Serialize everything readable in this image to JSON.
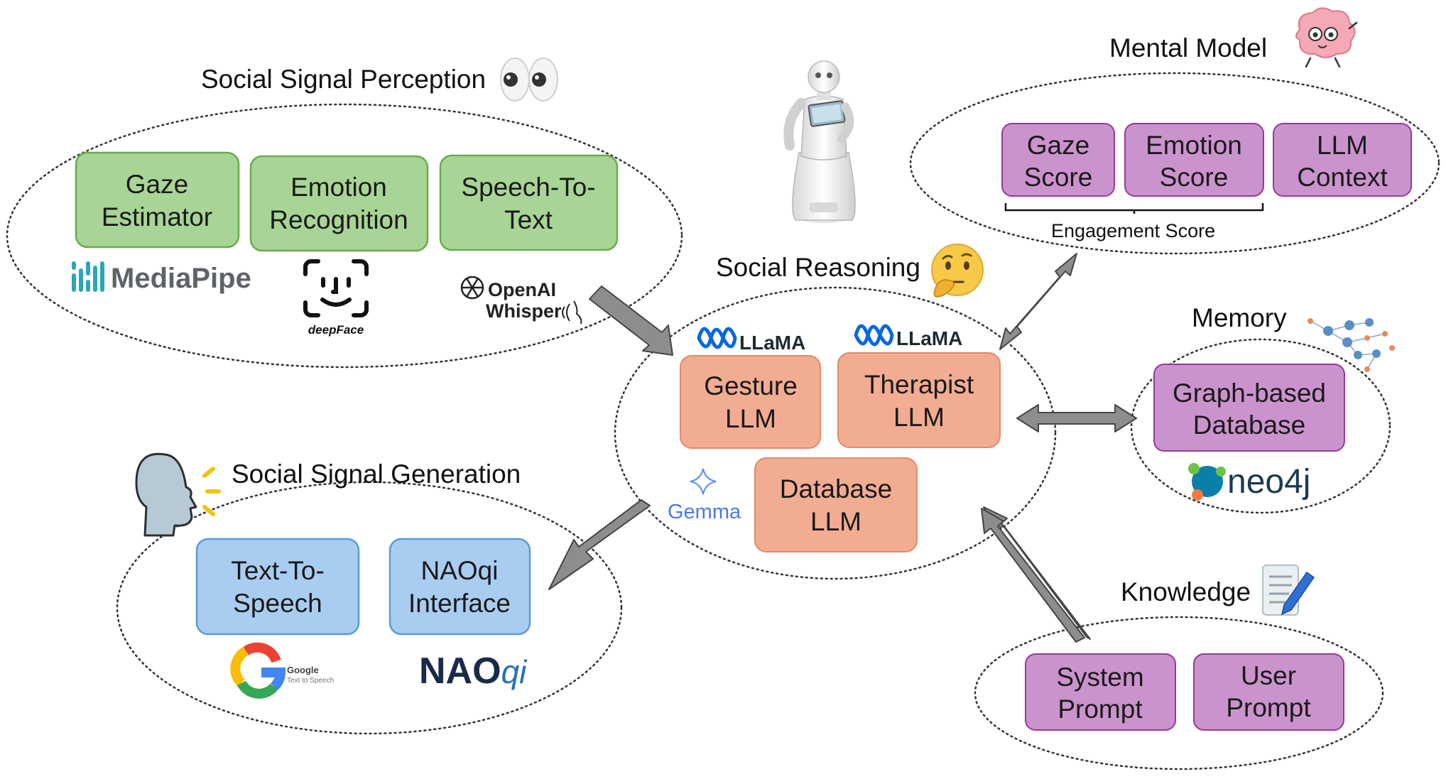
{
  "colors": {
    "green_fill": "#a8d595",
    "green_stroke": "#6aab51",
    "salmon_fill": "#f2ac92",
    "salmon_stroke": "#e28a6c",
    "blue_fill": "#a9cdf1",
    "blue_stroke": "#5b9bd5",
    "purple_fill": "#cb93cd",
    "purple_stroke": "#943a99",
    "arrow_fill": "#8d8d8d",
    "arrow_stroke": "#454545"
  },
  "sections": {
    "perception": {
      "title": "Social Signal Perception",
      "boxes": [
        {
          "line1": "Gaze",
          "line2": "Estimator"
        },
        {
          "line1": "Emotion",
          "line2": "Recognition"
        },
        {
          "line1": "Speech-To-",
          "line2": "Text"
        }
      ],
      "logos": {
        "mediapipe": "MediaPipe",
        "deepface": "deepFace",
        "openai_1": "OpenAI",
        "openai_2": "Whisper"
      }
    },
    "reasoning": {
      "title": "Social Reasoning",
      "boxes": [
        {
          "line1": "Gesture",
          "line2": "LLM"
        },
        {
          "line1": "Therapist",
          "line2": "LLM"
        },
        {
          "line1": "Database",
          "line2": "LLM"
        }
      ],
      "logos": {
        "llama": "LLaMA",
        "gemma": "Gemma"
      }
    },
    "generation": {
      "title": "Social Signal Generation",
      "boxes": [
        {
          "line1": "Text-To-",
          "line2": "Speech"
        },
        {
          "line1": "NAOqi",
          "line2": "Interface"
        }
      ],
      "logos": {
        "google_1": "Google",
        "google_2": "Text to Speech",
        "naoqi_1": "NAO",
        "naoqi_2": "qi"
      }
    },
    "mental": {
      "title": "Mental Model",
      "boxes": [
        {
          "line1": "Gaze",
          "line2": "Score"
        },
        {
          "line1": "Emotion",
          "line2": "Score"
        },
        {
          "line1": "LLM",
          "line2": "Context"
        }
      ],
      "engagement_label": "Engagement Score"
    },
    "memory": {
      "title": "Memory",
      "boxes": [
        {
          "line1": "Graph-based",
          "line2": "Database"
        }
      ],
      "logos": {
        "neo4j": "neo4j"
      }
    },
    "knowledge": {
      "title": "Knowledge",
      "boxes": [
        {
          "line1": "System",
          "line2": "Prompt"
        },
        {
          "line1": "User",
          "line2": "Prompt"
        }
      ]
    }
  },
  "icons": {
    "perception": "eyes-icon",
    "reasoning": "thinking-face-icon",
    "generation": "speaking-head-icon",
    "mental": "brain-icon",
    "memory": "graph-network-icon",
    "knowledge": "notepad-icon",
    "robot": "pepper-robot-icon"
  }
}
